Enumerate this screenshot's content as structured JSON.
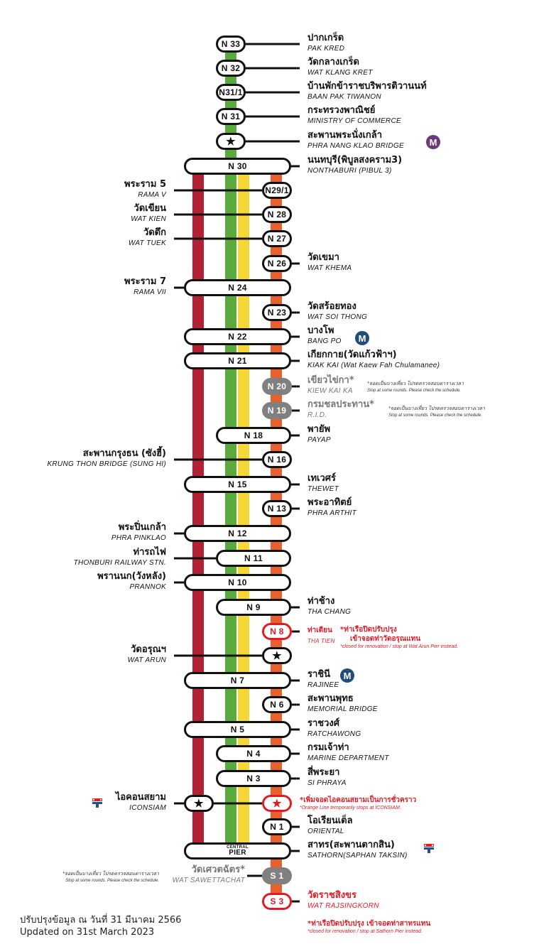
{
  "colors": {
    "red_line": "#b22234",
    "green_line": "#5aab3e",
    "yellow_line": "#f5d835",
    "orange_line": "#e9602f",
    "accent_red": "#e21b23",
    "gray_stop": "#808080"
  },
  "stations": [
    {
      "code": "N 33",
      "th": "ปากเกร็ด",
      "en": "PAK KRED"
    },
    {
      "code": "N 32",
      "th": "วัดกลางเกร็ด",
      "en": "WAT KLANG KRET"
    },
    {
      "code": "N31/1",
      "th": "บ้านพักข้าราชบริพารติวานนท์",
      "en": "BAAN PAK TIWANON"
    },
    {
      "code": "N 31",
      "th": "กระทรวงพาณิชย์",
      "en": "MINISTRY OF COMMERCE"
    },
    {
      "code": "★",
      "th": "สะพานพระนั่งเกล้า",
      "en": "PHRA NANG KLAO BRIDGE"
    },
    {
      "code": "N 30",
      "th": "นนทบุรี(พิบูลสงคราม3)",
      "en": "NONTHABURI (PIBUL 3)"
    },
    {
      "code": "N29/1",
      "th": "พระราม 5",
      "en": "RAMA V"
    },
    {
      "code": "N 28",
      "th": "วัดเขียน",
      "en": "WAT KIEN"
    },
    {
      "code": "N 27",
      "th": "วัดตึก",
      "en": "WAT TUEK"
    },
    {
      "code": "N 26",
      "th": "วัดเขมา",
      "en": "WAT KHEMA"
    },
    {
      "code": "N 24",
      "th": "พระราม 7",
      "en": "RAMA VII"
    },
    {
      "code": "N 23",
      "th": "วัดสร้อยทอง",
      "en": "WAT SOI THONG"
    },
    {
      "code": "N 22",
      "th": "บางโพ",
      "en": "BANG PO"
    },
    {
      "code": "N 21",
      "th": "เกียกกาย(วัดแก้วฟ้าฯ)",
      "en": "KIAK KAI (Wat Kaew Fah Chulamanee)"
    },
    {
      "code": "N 20",
      "th": "เขียวไข่กา*",
      "en": "KIEW KAI KA"
    },
    {
      "code": "N 19",
      "th": "กรมชลประทาน*",
      "en": "R.I.D."
    },
    {
      "code": "N 18",
      "th": "พายัพ",
      "en": "PAYAP"
    },
    {
      "code": "N 16",
      "th": "สะพานกรุงธน (ซังฮี้)",
      "en": "KRUNG THON BRIDGE (SUNG HI)"
    },
    {
      "code": "N 15",
      "th": "เทเวศร์",
      "en": "THEWET"
    },
    {
      "code": "N 13",
      "th": "พระอาทิตย์",
      "en": "PHRA ARTHIT"
    },
    {
      "code": "N 12",
      "th": "พระปิ่นเกล้า",
      "en": "PHRA PINKLAO"
    },
    {
      "code": "N 11",
      "th": "ท่ารถไฟ",
      "en": "THONBURI RAILWAY STN."
    },
    {
      "code": "N 10",
      "th": "พรานนก(วังหลัง)",
      "en": "PRANNOK"
    },
    {
      "code": "N 9",
      "th": "ท่าช้าง",
      "en": "THA CHANG"
    },
    {
      "code": "N 8",
      "th": "ท่าเตียน",
      "en": "THA TIEN"
    },
    {
      "code": "★",
      "th": "วัดอรุณฯ",
      "en": "WAT ARUN"
    },
    {
      "code": "N 7",
      "th": "ราชินี",
      "en": "RAJINEE"
    },
    {
      "code": "N 6",
      "th": "สะพานพุทธ",
      "en": "MEMORIAL BRIDGE"
    },
    {
      "code": "N 5",
      "th": "ราชวงศ์",
      "en": "RATCHAWONG"
    },
    {
      "code": "N 4",
      "th": "กรมเจ้าท่า",
      "en": "MARINE DEPARTMENT"
    },
    {
      "code": "N 3",
      "th": "สี่พระยา",
      "en": "SI PHRAYA"
    },
    {
      "code": "★",
      "th": "ไอคอนสยาม",
      "en": "ICONSIAM"
    },
    {
      "code": "N 1",
      "th": "โอเรียนเต็ล",
      "en": "ORIENTAL"
    },
    {
      "code": "PIER",
      "code_top": "CENTRAL",
      "th": "สาทร(สะพานตากสิน)",
      "en": "SATHORN(SAPHAN TAKSIN)"
    },
    {
      "code": "S 1",
      "th": "วัดเศวตฉัตร*",
      "en": "WAT SAWETTACHAT"
    },
    {
      "code": "S 3",
      "th": "วัดราชสิงขร",
      "en": "WAT RAJSINGKORN"
    }
  ],
  "notes": {
    "some_rounds_th": "*จอดเป็นบางเที่ยว โปรดตรวจสอบตารางเวลา",
    "some_rounds_en": "Stop at some rounds. Please check the schedule.",
    "n8_th_1": "*ท่าเรือปิดปรับปรุง",
    "n8_th_2": "เข้าจอดท่าวัดอรุณแทน",
    "n8_en": "*closed for renovation / stop at Wat Arun Pier instead.",
    "iconsiam_th": "*เพิ่มจอดไอคอนสยามเป็นการชั่วคราว",
    "iconsiam_en": "*Orange Line temporarily stops at ICONSIAM.",
    "s3_th": "*ท่าเรือปิดปรับปรุง เข้าจอดท่าสาทรแทน",
    "s3_en": "*closed for renovation / stop at Sathorn Pier instead."
  },
  "badges": {
    "mrt": "M"
  },
  "icons": {
    "mrt_purple": "mrt-purple-icon",
    "mrt_blue": "mrt-blue-icon",
    "bts": "bts-icon"
  },
  "updated": {
    "th": "ปรับปรุงข้อมูล ณ วันที่ 31 มีนาคม 2566",
    "en": "Updated on 31st March 2023"
  }
}
